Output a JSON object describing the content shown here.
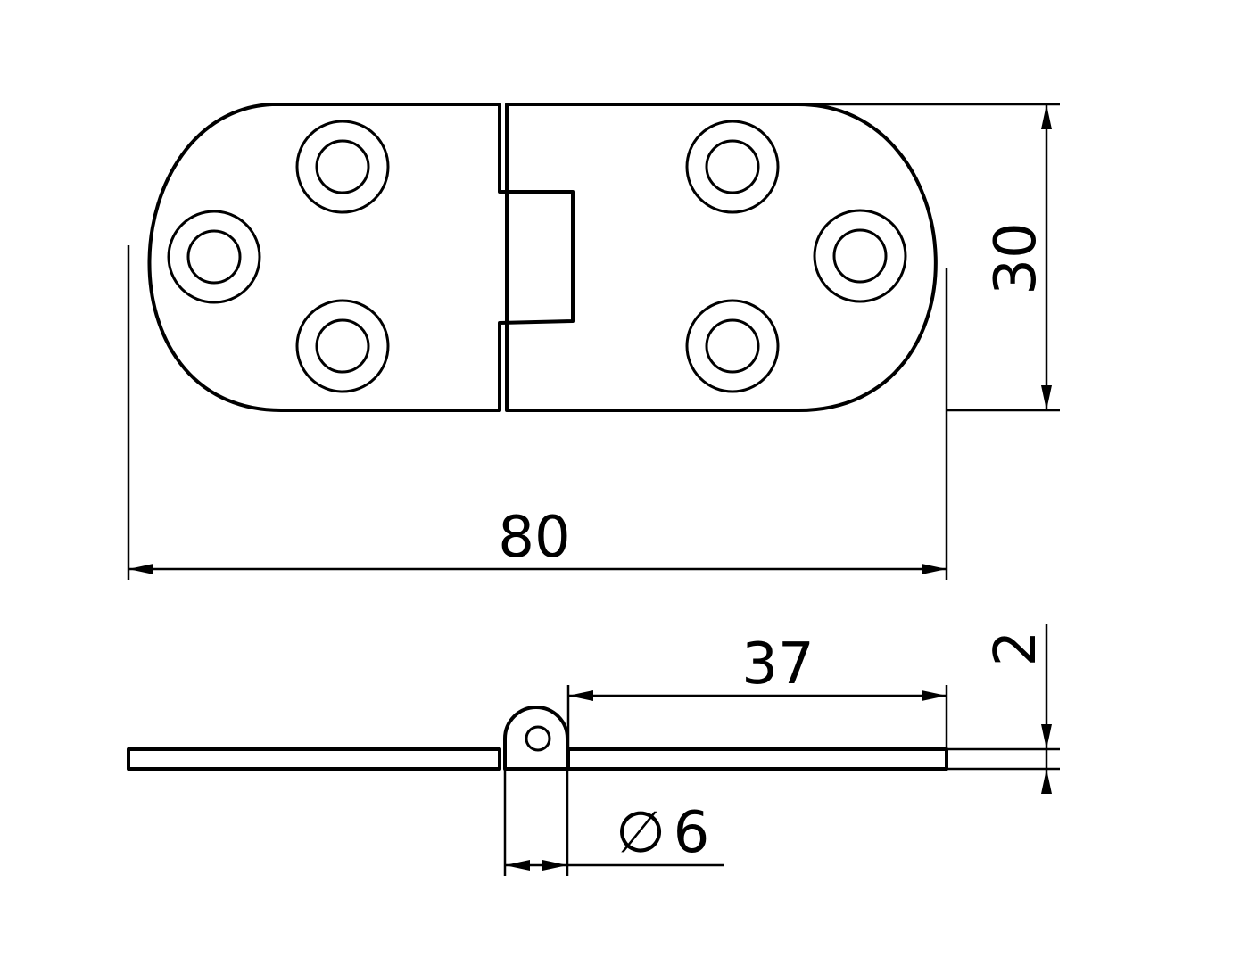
{
  "drawing": {
    "dimensions": {
      "overall_length": "80",
      "width": "30",
      "leaf_length": "37",
      "thickness": "2",
      "knuckle_diameter_symbol": "∅",
      "knuckle_diameter": "6"
    }
  }
}
